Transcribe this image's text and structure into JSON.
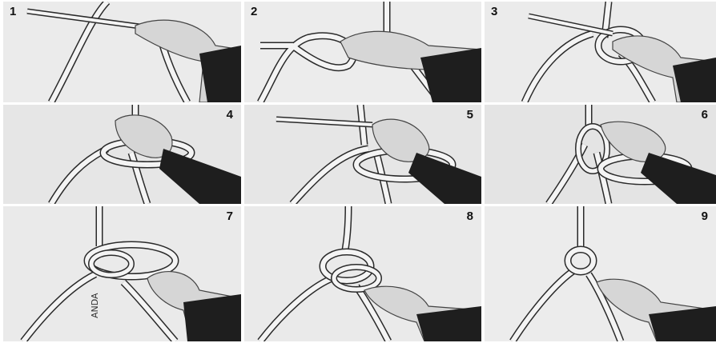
{
  "steps": [
    {
      "label": "1"
    },
    {
      "label": "2"
    },
    {
      "label": "3"
    },
    {
      "label": "4"
    },
    {
      "label": "5"
    },
    {
      "label": "6"
    },
    {
      "label": "7"
    },
    {
      "label": "8"
    },
    {
      "label": "9"
    }
  ],
  "colors": {
    "background": "#e9e9e9",
    "rope": "#f4f4f4",
    "rope_edge": "#2a2a2a",
    "sleeve": "#1e1e1e",
    "skin": "#d6d6d6",
    "border": "#ffffff"
  },
  "scribble_text": "ANDA"
}
